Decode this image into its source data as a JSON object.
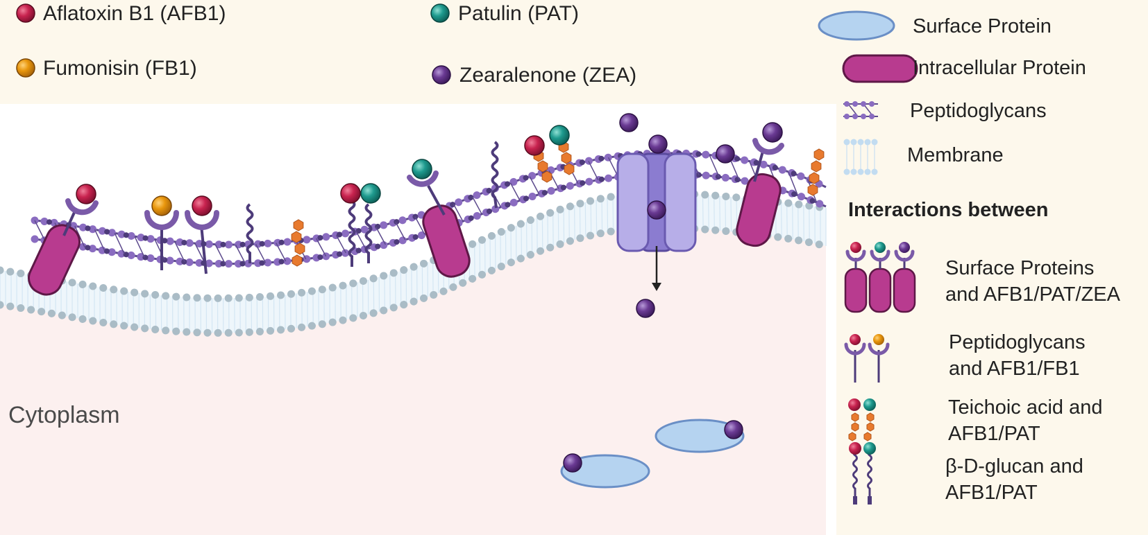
{
  "mycotoxins": [
    {
      "label": "Aflatoxin B1 (AFB1)",
      "icon": "afb1-toxin-icon",
      "color": "#c8234f"
    },
    {
      "label": "Fumonisin (FB1)",
      "icon": "fb1-toxin-icon",
      "color": "#e8960c"
    },
    {
      "label": "Patulin (PAT)",
      "icon": "pat-toxin-icon",
      "color": "#1e9a8e"
    },
    {
      "label": "Zearalenone (ZEA)",
      "icon": "zea-toxin-icon",
      "color": "#6a3a93"
    }
  ],
  "components": [
    {
      "label": "Surface Protein",
      "icon": "surface-protein-icon",
      "color": "#b5d3f0"
    },
    {
      "label": "Intracellular Protein",
      "icon": "intracellular-protein-icon",
      "color": "#b83b8f"
    },
    {
      "label": "Peptidoglycans",
      "icon": "peptidoglycan-icon",
      "color": "#7a5aa8"
    },
    {
      "label": "Membrane",
      "icon": "membrane-icon",
      "color": "#c9def0"
    }
  ],
  "interactions": {
    "heading": "Interactions between",
    "items": [
      {
        "line1": "Surface Proteins",
        "line2": "and AFB1/PAT/ZEA",
        "icon": "protein-binding-icon"
      },
      {
        "line1": "Peptidoglycans",
        "line2": "and AFB1/FB1",
        "icon": "peptidoglycan-binding-icon"
      },
      {
        "line1": "Teichoic acid and",
        "line2": "AFB1/PAT",
        "icon": "teichoic-acid-binding-icon"
      },
      {
        "line1": "β-D-glucan and",
        "line2": "AFB1/PAT",
        "icon": "glucan-binding-icon"
      }
    ]
  },
  "region_label": "Cytoplasm"
}
